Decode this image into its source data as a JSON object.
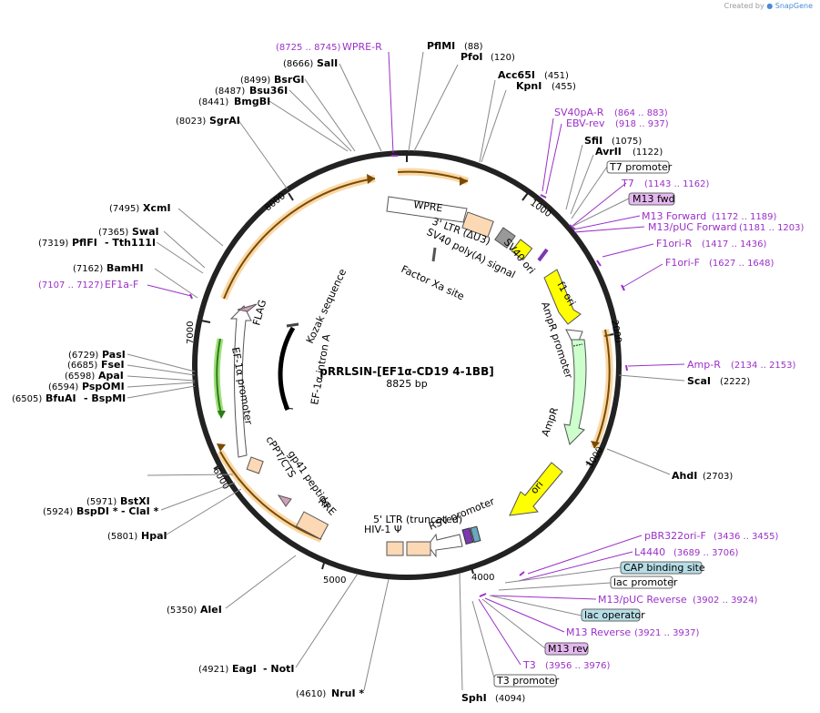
{
  "credit": {
    "prefix": "Created by",
    "brand": "SnapGene"
  },
  "plasmid": {
    "name": "pRRLSIN-[EF1α-CD19 4-1BB]",
    "length": "8825 bp"
  },
  "ticks": [
    "1000",
    "2000",
    "3000",
    "4000",
    "5000",
    "6000",
    "7000",
    "8000"
  ],
  "enzymes": [
    {
      "name": "PflMI",
      "pos": "(88)"
    },
    {
      "name": "PfoI",
      "pos": "(120)"
    },
    {
      "name": "Acc65I",
      "pos": "(451)"
    },
    {
      "name": "KpnI",
      "pos": "(455)"
    },
    {
      "name": "SfiI",
      "pos": "(1075)"
    },
    {
      "name": "AvrII",
      "pos": "(1122)"
    },
    {
      "name": "ScaI",
      "pos": "(2222)"
    },
    {
      "name": "AhdI",
      "pos": "(2703)"
    },
    {
      "name": "SphI",
      "pos": "(4094)"
    },
    {
      "name": "NruI *",
      "pos": "(4610)"
    },
    {
      "name": "EagI",
      "name2": "- NotI",
      "pos": "(4921)"
    },
    {
      "name": "AleI",
      "pos": "(5350)"
    },
    {
      "name": "HpaI",
      "pos": "(5801)"
    },
    {
      "name": "BspDI *",
      "name2": "- ClaI *",
      "pos": "(5924)"
    },
    {
      "name": "BstXI",
      "pos": "(5971)"
    },
    {
      "name": "BfuAI",
      "name2": "- BspMI",
      "pos": "(6505)"
    },
    {
      "name": "PspOMI",
      "pos": "(6594)"
    },
    {
      "name": "ApaI",
      "pos": "(6598)"
    },
    {
      "name": "FseI",
      "pos": "(6685)"
    },
    {
      "name": "PasI",
      "pos": "(6729)"
    },
    {
      "name": "BamHI",
      "pos": "(7162)"
    },
    {
      "name": "PflFI",
      "name2": "- Tth111I",
      "pos": "(7319)"
    },
    {
      "name": "SwaI",
      "pos": "(7365)"
    },
    {
      "name": "XcmI",
      "pos": "(7495)"
    },
    {
      "name": "SgrAI",
      "pos": "(8023)"
    },
    {
      "name": "BmgBI",
      "pos": "(8441)"
    },
    {
      "name": "Bsu36I",
      "pos": "(8487)"
    },
    {
      "name": "BsrGI",
      "pos": "(8499)"
    },
    {
      "name": "SalI",
      "pos": "(8666)"
    }
  ],
  "primers": [
    {
      "name": "WPRE-R",
      "pos": "(8725 .. 8745)"
    },
    {
      "name": "SV40pA-R",
      "pos": "(864 .. 883)"
    },
    {
      "name": "EBV-rev",
      "pos": "(918 .. 937)"
    },
    {
      "name": "T7",
      "pos": "(1143 .. 1162)"
    },
    {
      "name": "M13 Forward",
      "pos": "(1172 .. 1189)"
    },
    {
      "name": "M13/pUC Forward",
      "pos": "(1181 .. 1203)"
    },
    {
      "name": "F1ori-R",
      "pos": "(1417 .. 1436)"
    },
    {
      "name": "F1ori-F",
      "pos": "(1627 .. 1648)"
    },
    {
      "name": "Amp-R",
      "pos": "(2134 .. 2153)"
    },
    {
      "name": "pBR322ori-F",
      "pos": "(3436 .. 3455)"
    },
    {
      "name": "L4440",
      "pos": "(3689 .. 3706)"
    },
    {
      "name": "M13/pUC Reverse",
      "pos": "(3902 .. 3924)"
    },
    {
      "name": "M13 Reverse",
      "pos": "(3921 .. 3937)"
    },
    {
      "name": "T3",
      "pos": "(3956 .. 3976)"
    },
    {
      "name": "EF1a-F",
      "pos": "(7107 .. 7127)"
    }
  ],
  "boxes": {
    "t7_promoter": "T7 promoter",
    "m13_fwd": "M13 fwd",
    "cap_site": "CAP binding site",
    "lac_promoter": "lac promoter",
    "lac_operator": "lac operator",
    "m13_rev": "M13 rev",
    "t3_promoter": "T3 promoter"
  },
  "features": {
    "wpre": "WPRE",
    "ltr3": "3' LTR (ΔU3)",
    "sv40pa": "SV40 poly(A) signal",
    "sv40ori": "SV40 ori",
    "factorxa": "Factor Xa site",
    "f1ori": "f1 ori",
    "ampr_promoter": "AmpR promoter",
    "ampr": "AmpR",
    "ori": "ori",
    "rsv": "RSV promoter",
    "ltr5": "5' LTR (truncated)",
    "hiv": "HIV-1 Ψ",
    "rre": "RRE",
    "gp41": "gp41 peptide",
    "cppt": "cPPT/CTS",
    "ef1a": "EF-1α promoter",
    "flag": "FLAG",
    "kozak": "Kozak sequence",
    "intron": "EF-1α intron A"
  },
  "colors": {
    "backbone": "#222222",
    "primer": "#9b30c8",
    "cds_orange": "#f2a83a",
    "yellow": "#ffff00",
    "green_fill": "#ccffcc",
    "ltr_fill": "#fcd8b4"
  }
}
